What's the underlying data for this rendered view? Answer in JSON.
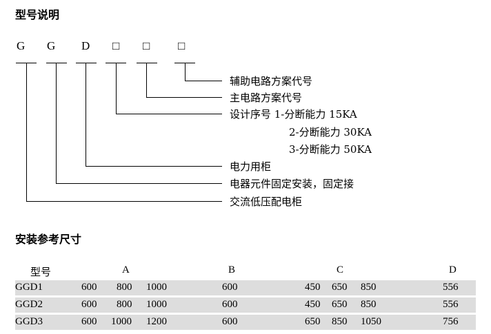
{
  "model_section": {
    "title": "型号说明",
    "code_chars": [
      "G",
      "G",
      "D",
      "□",
      "□",
      "□"
    ],
    "descriptions": {
      "aux_circuit": "辅助电路方案代号",
      "main_circuit": "主电路方案代号",
      "design_line1": "设计序号 1-分断能力 15KA",
      "design_line2": "2-分断能力 30KA",
      "design_line3": "3-分断能力 50KA",
      "power_cabinet": "电力用柜",
      "component_fix": "电器元件固定安装，固定接",
      "lv_cabinet": "交流低压配电柜"
    }
  },
  "dimensions_section": {
    "title": "安装参考尺寸",
    "headers": [
      "型号",
      "A",
      "B",
      "C",
      "D"
    ],
    "rows": [
      {
        "model": "GGD1",
        "a": [
          "600",
          "800",
          "1000"
        ],
        "b": "600",
        "c": [
          "450",
          "650",
          "850"
        ],
        "d": "556"
      },
      {
        "model": "GGD2",
        "a": [
          "600",
          "800",
          "1000"
        ],
        "b": "600",
        "c": [
          "450",
          "650",
          "850"
        ],
        "d": "556"
      },
      {
        "model": "GGD3",
        "a": [
          "600",
          "1000",
          "1200"
        ],
        "b": "600",
        "c": [
          "650",
          "850",
          "1050"
        ],
        "d": "756"
      }
    ]
  }
}
